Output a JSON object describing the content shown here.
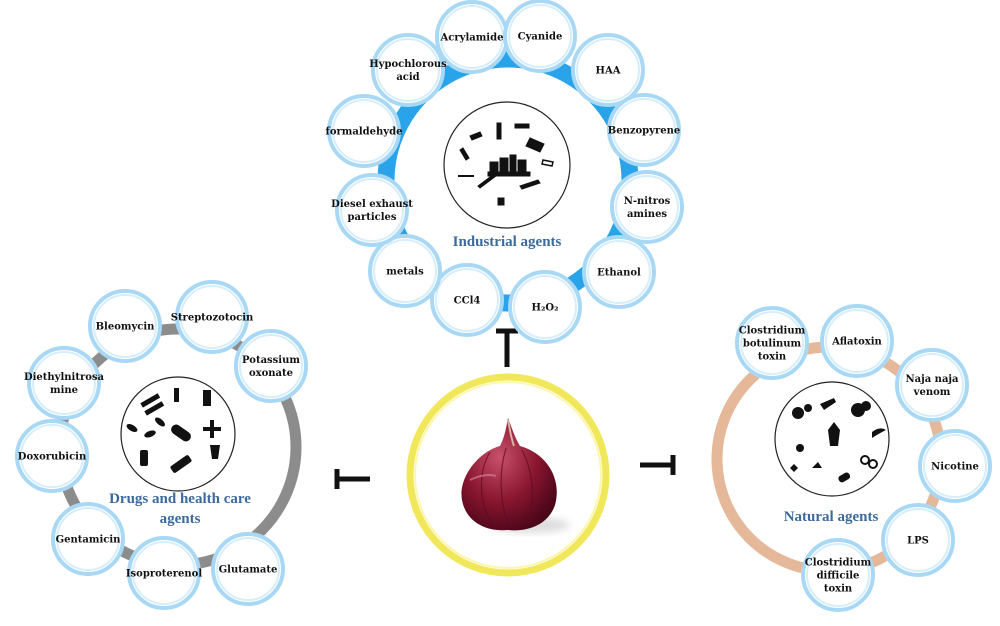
{
  "center": {
    "name": "onion"
  },
  "industrial": {
    "title": "Industrial agents",
    "color": "#29a3ea",
    "items": [
      "Acrylamide",
      "Cyanide",
      "HAA",
      "Benzopyrene",
      "N-nitros amines",
      "Ethanol",
      "H₂O₂",
      "CCl4",
      "metals",
      "Diesel exhaust particles",
      "formaldehyde",
      "Hypochlorous acid"
    ]
  },
  "drugs": {
    "title_line1": "Drugs and health care",
    "title_line2": "agents",
    "color": "#8c8c8c",
    "items": [
      "Bleomycin",
      "Streptozotocin",
      "Potassium oxonate",
      "Diethylnitrosa mine",
      "Doxorubicin",
      "Gentamicin",
      "Isoproterenol",
      "Glutamate"
    ]
  },
  "natural": {
    "title": "Natural agents",
    "color": "#e6b89a",
    "items": [
      "Clostridium botulinum toxin",
      "Aflatoxin",
      "Naja naja venom",
      "Nicotine",
      "LPS",
      "Clostridium difficile toxin"
    ]
  },
  "colors": {
    "bubble_stroke": "#a9d8f5",
    "title_text": "#3d6a9c",
    "center_ring": "#f0e85a",
    "inhibitor": "#111111"
  }
}
